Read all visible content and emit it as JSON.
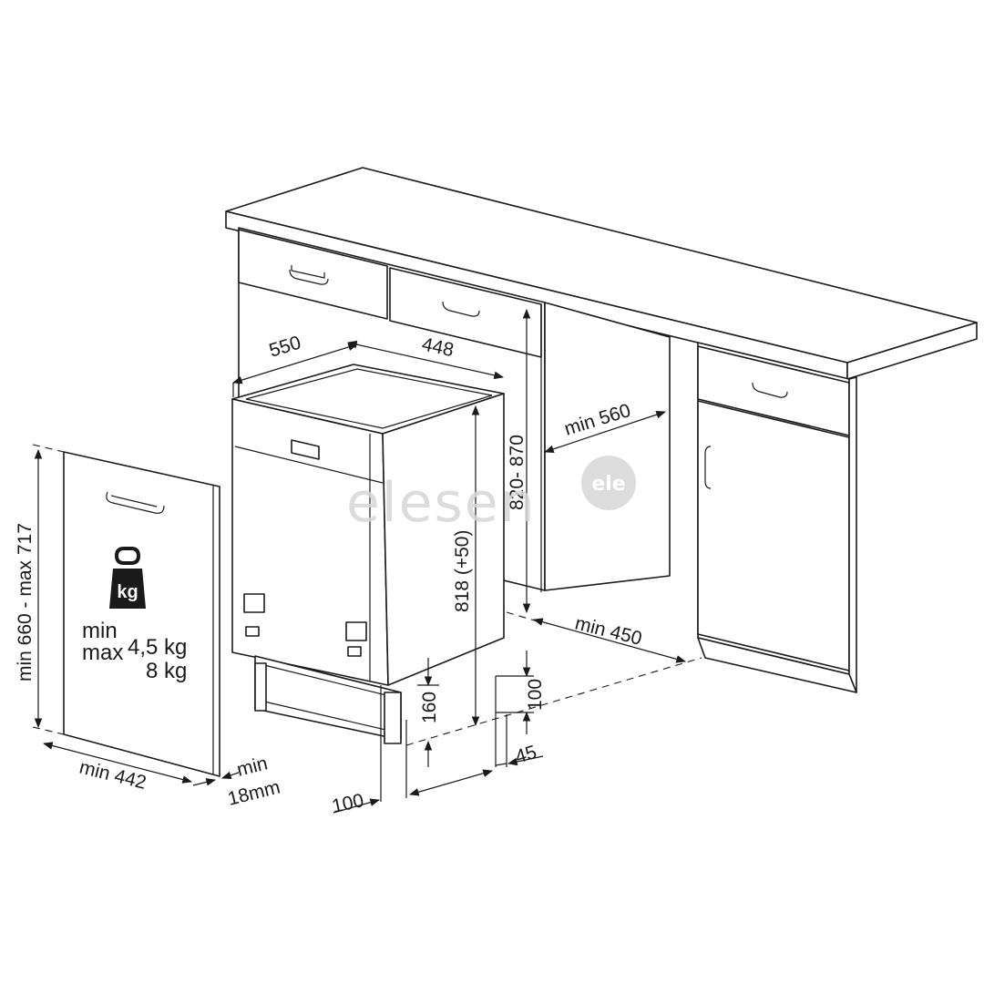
{
  "dimensions": {
    "depth": "550",
    "width": "448",
    "cabinet_height": "820- 870",
    "appliance_height": "818 (+50)",
    "niche_depth": "min 560",
    "niche_width": "min 450",
    "toe_kick_height": "160",
    "plinth_depth": "100",
    "plinth_height": "100",
    "plinth_offset": "45",
    "door_height": "min 660 - max 717",
    "door_width": "min 442",
    "door_thickness_line1": "min",
    "door_thickness_line2": "18mm"
  },
  "door_weight": {
    "icon": "weight-kg-icon",
    "icon_text": "kg",
    "min_label": "min",
    "min_value": "4,5 kg",
    "max_label": "max",
    "max_value": "8 kg"
  },
  "watermark": {
    "text": "elesen",
    "badge": "ele"
  }
}
